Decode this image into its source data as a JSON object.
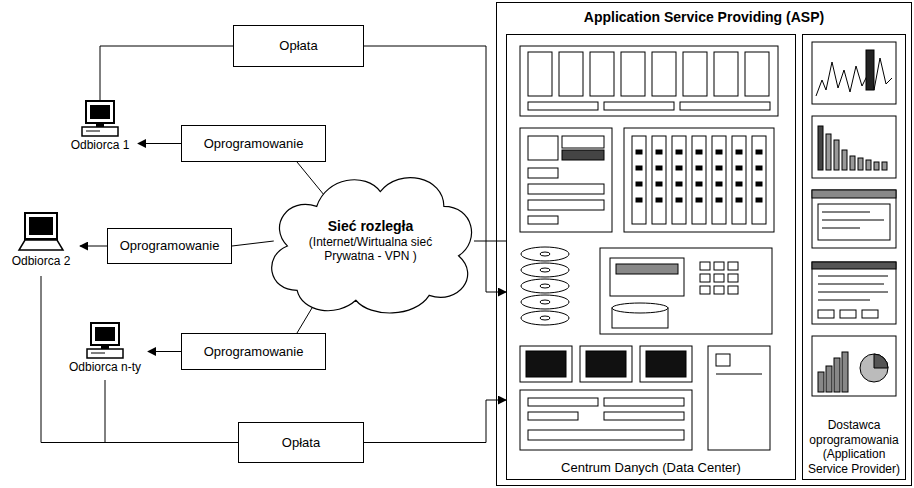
{
  "diagram": {
    "nodes": [
      {
        "text": [
          "Opłata"
        ]
      },
      {
        "text": [
          "Odbiorca 1"
        ]
      },
      {
        "text": [
          "Oprogramowanie"
        ]
      },
      {
        "text": [
          "Odbiorca 2"
        ]
      },
      {
        "text": [
          "Oprogramowanie"
        ]
      },
      {
        "text": [
          "Sieć rozległa",
          "(Internet/Wirtualna sieć Prywatna - VPN )"
        ]
      },
      {
        "text": [
          "Odbiorca n-ty"
        ]
      },
      {
        "text": [
          "Oprogramowanie"
        ]
      },
      {
        "text": [
          "Opłata"
        ]
      },
      {
        "text": [
          "Application Service Providing (ASP)"
        ]
      },
      {
        "text": [
          "Centrum Danych (Data Center)"
        ],
        "in": 9
      },
      {
        "text": [
          "Dostawca oprogramowania (Application Service Provider)"
        ],
        "in": 9
      }
    ],
    "edges": [
      {
        "from": 1,
        "to": 0,
        "arrow": "none"
      },
      {
        "from": 0,
        "to": 10,
        "arrow": "to"
      },
      {
        "from": 2,
        "to": 1,
        "arrow": "to"
      },
      {
        "from": 5,
        "to": 2,
        "arrow": "none"
      },
      {
        "from": 4,
        "to": 3,
        "arrow": "to"
      },
      {
        "from": 5,
        "to": 4,
        "arrow": "none"
      },
      {
        "from": 7,
        "to": 6,
        "arrow": "to"
      },
      {
        "from": 5,
        "to": 7,
        "arrow": "none"
      },
      {
        "from": 5,
        "to": 10,
        "arrow": "none"
      },
      {
        "from": 3,
        "to": 8,
        "arrow": "none"
      },
      {
        "from": 6,
        "to": 8,
        "arrow": "none"
      },
      {
        "from": 8,
        "to": 10,
        "arrow": "to"
      }
    ]
  }
}
